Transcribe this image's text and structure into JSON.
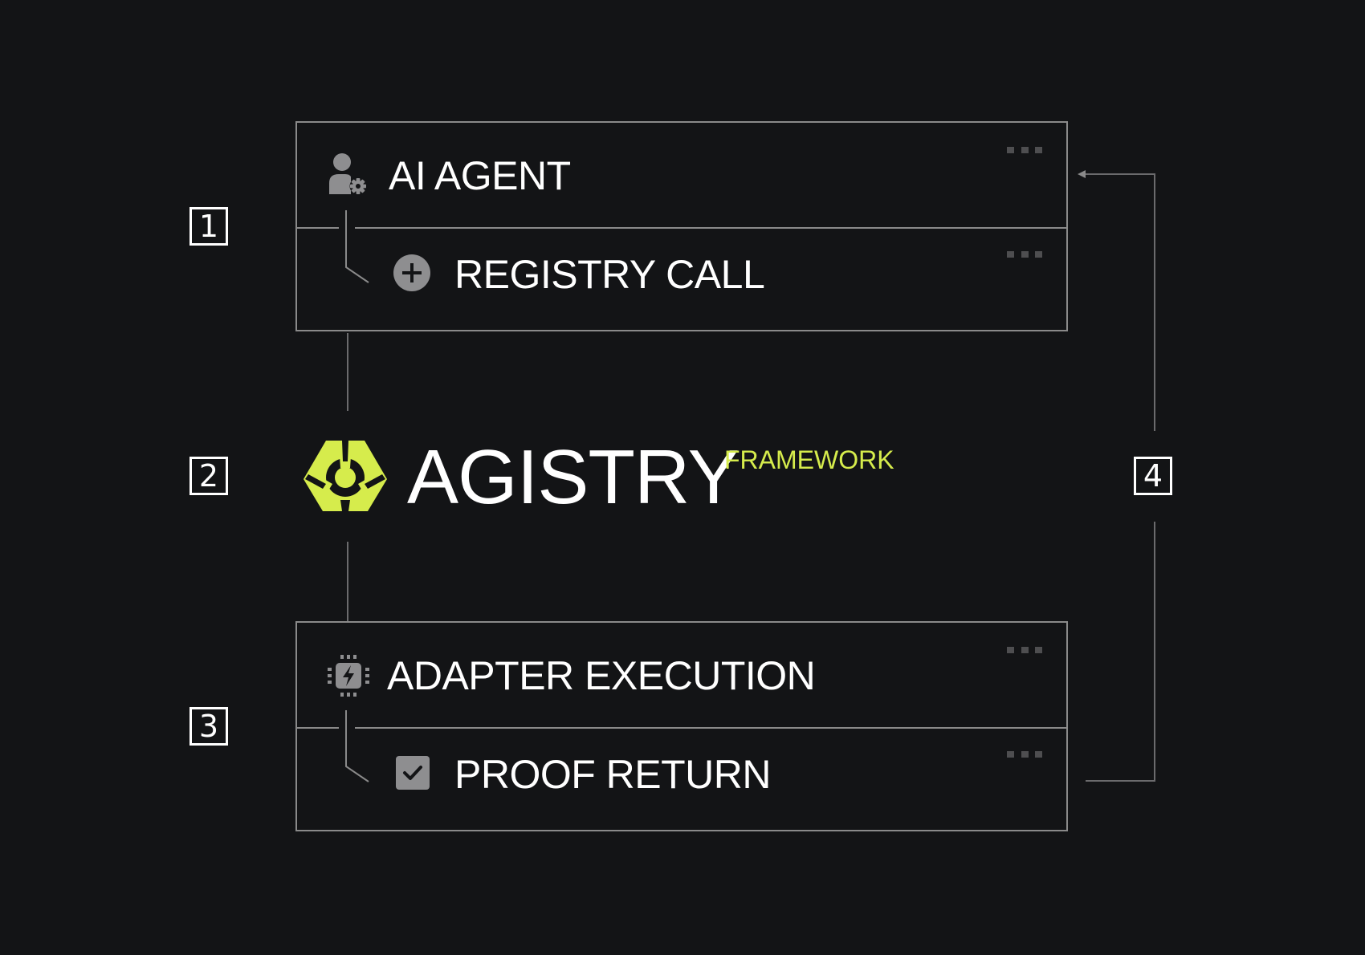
{
  "colors": {
    "background": "#131416",
    "border": "#8a8a8a",
    "connector": "#6b6b6d",
    "icon": "#8e8e90",
    "accent": "#d6ec4c",
    "text": "#ffffff"
  },
  "steps": [
    "1",
    "2",
    "3",
    "4"
  ],
  "top_box": {
    "primary": {
      "icon": "user-gear-icon",
      "label": "AI AGENT"
    },
    "secondary": {
      "icon": "plus-circle-icon",
      "label": "REGISTRY CALL"
    }
  },
  "brand": {
    "logo": "agistry-logo",
    "name": "AGISTRY",
    "tag": "FRAMEWORK"
  },
  "bottom_box": {
    "primary": {
      "icon": "chip-lightning-icon",
      "label": "ADAPTER EXECUTION"
    },
    "secondary": {
      "icon": "checkbox-checked-icon",
      "label": "PROOF RETURN"
    }
  },
  "menu_icon": "more-dots-icon"
}
